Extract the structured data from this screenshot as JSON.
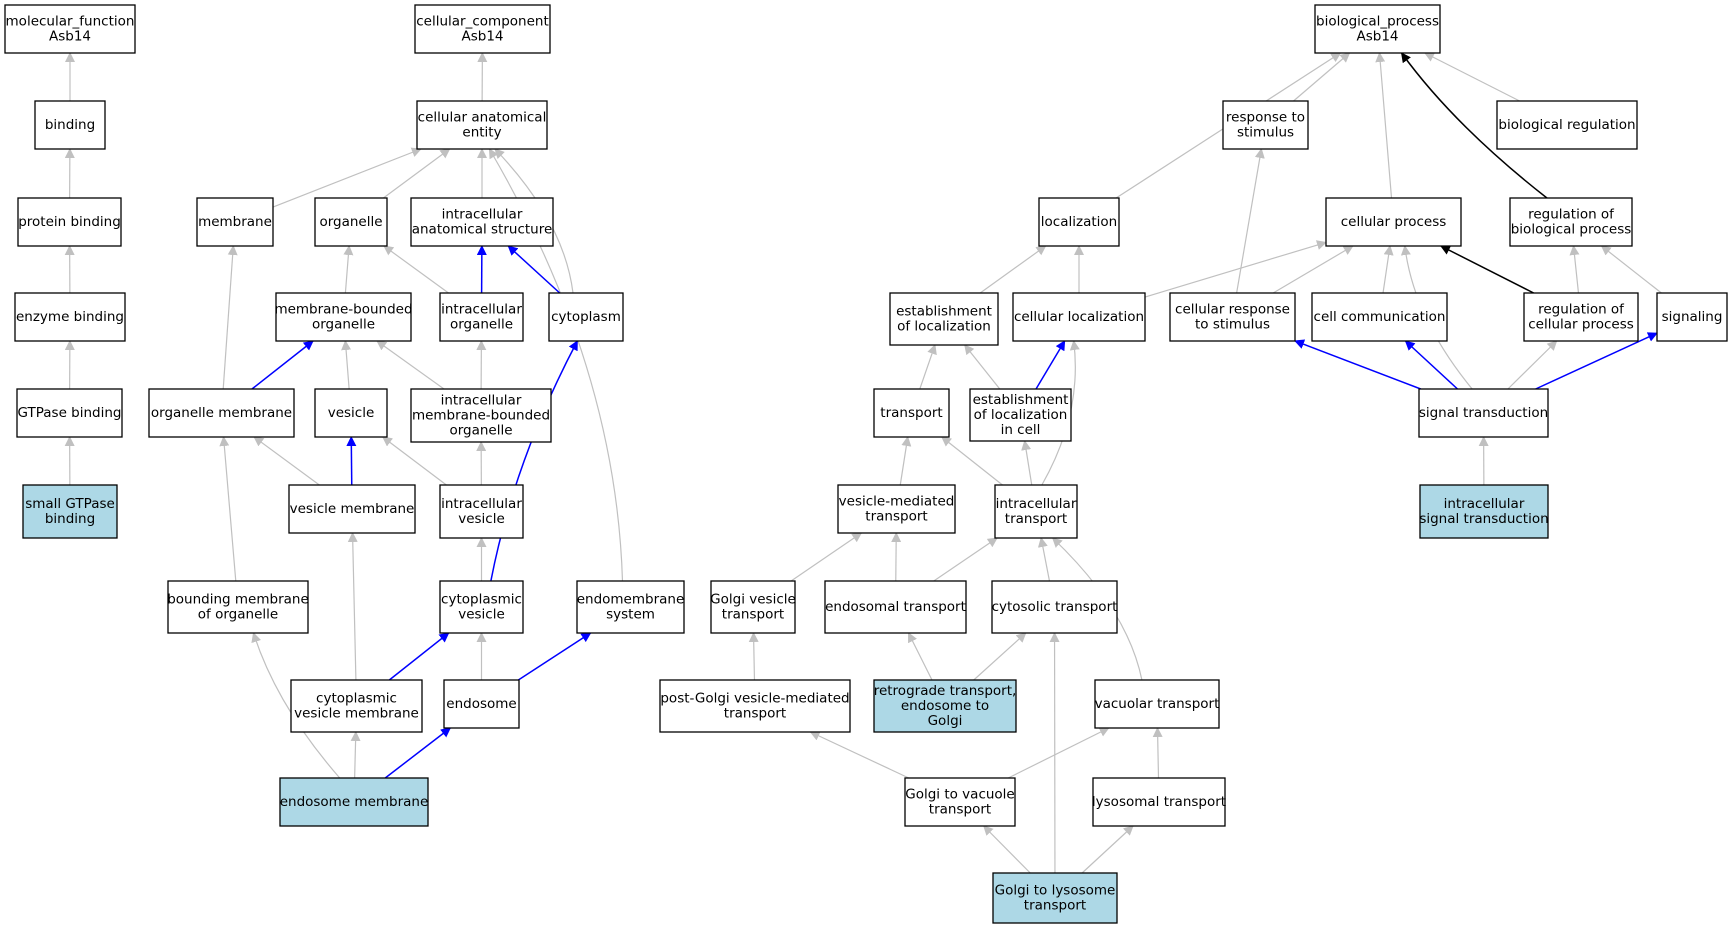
{
  "colors": {
    "highlight_fill": "#add8e6",
    "default_fill": "#ffffff",
    "edge_default": "#c0c0c0",
    "edge_blue": "#0000ff",
    "edge_black": "#000000",
    "border": "#000000"
  },
  "nodes": [
    {
      "id": "mf",
      "lines": [
        "molecular_function",
        "Asb14"
      ]
    },
    {
      "id": "binding",
      "lines": [
        "binding"
      ]
    },
    {
      "id": "protein_binding",
      "lines": [
        "protein binding"
      ]
    },
    {
      "id": "enzyme_binding",
      "lines": [
        "enzyme binding"
      ]
    },
    {
      "id": "gtpase_binding",
      "lines": [
        "GTPase binding"
      ]
    },
    {
      "id": "small_gtpase_binding",
      "lines": [
        "small GTPase",
        "binding"
      ],
      "highlight": true
    },
    {
      "id": "cc",
      "lines": [
        "cellular_component",
        "Asb14"
      ]
    },
    {
      "id": "cae",
      "lines": [
        "cellular anatomical",
        "entity"
      ]
    },
    {
      "id": "membrane",
      "lines": [
        "membrane"
      ]
    },
    {
      "id": "organelle",
      "lines": [
        "organelle"
      ]
    },
    {
      "id": "ias",
      "lines": [
        "intracellular",
        "anatomical structure"
      ]
    },
    {
      "id": "mbo",
      "lines": [
        "membrane-bounded",
        "organelle"
      ]
    },
    {
      "id": "io",
      "lines": [
        "intracellular",
        "organelle"
      ]
    },
    {
      "id": "cytoplasm",
      "lines": [
        "cytoplasm"
      ]
    },
    {
      "id": "om",
      "lines": [
        "organelle membrane"
      ]
    },
    {
      "id": "vesicle",
      "lines": [
        "vesicle"
      ]
    },
    {
      "id": "imbo",
      "lines": [
        "intracellular",
        "membrane-bounded",
        "organelle"
      ]
    },
    {
      "id": "vm",
      "lines": [
        "vesicle membrane"
      ]
    },
    {
      "id": "iv",
      "lines": [
        "intracellular",
        "vesicle"
      ]
    },
    {
      "id": "bmo",
      "lines": [
        "bounding membrane",
        "of organelle"
      ]
    },
    {
      "id": "cv",
      "lines": [
        "cytoplasmic",
        "vesicle"
      ]
    },
    {
      "id": "es",
      "lines": [
        "endomembrane",
        "system"
      ]
    },
    {
      "id": "cvm",
      "lines": [
        "cytoplasmic",
        "vesicle membrane"
      ]
    },
    {
      "id": "endosome",
      "lines": [
        "endosome"
      ]
    },
    {
      "id": "em",
      "lines": [
        "endosome membrane"
      ],
      "highlight": true
    },
    {
      "id": "bp",
      "lines": [
        "biological_process",
        "Asb14"
      ]
    },
    {
      "id": "rts",
      "lines": [
        "response to",
        "stimulus"
      ]
    },
    {
      "id": "br",
      "lines": [
        "biological regulation"
      ]
    },
    {
      "id": "loc",
      "lines": [
        "localization"
      ]
    },
    {
      "id": "cp",
      "lines": [
        "cellular process"
      ]
    },
    {
      "id": "rbp",
      "lines": [
        "regulation of",
        "biological process"
      ]
    },
    {
      "id": "eol",
      "lines": [
        "establishment",
        "of localization"
      ]
    },
    {
      "id": "cl",
      "lines": [
        "cellular localization"
      ]
    },
    {
      "id": "crs",
      "lines": [
        "cellular response",
        "to stimulus"
      ]
    },
    {
      "id": "cc2",
      "lines": [
        "cell communication"
      ]
    },
    {
      "id": "rcp",
      "lines": [
        "regulation of",
        "cellular process"
      ]
    },
    {
      "id": "sig",
      "lines": [
        "signaling"
      ]
    },
    {
      "id": "transport",
      "lines": [
        "transport"
      ]
    },
    {
      "id": "elc",
      "lines": [
        "establishment",
        "of localization",
        "in cell"
      ]
    },
    {
      "id": "st",
      "lines": [
        "signal transduction"
      ]
    },
    {
      "id": "vmt",
      "lines": [
        "vesicle-mediated",
        "transport"
      ]
    },
    {
      "id": "it",
      "lines": [
        "intracellular",
        "transport"
      ]
    },
    {
      "id": "ist",
      "lines": [
        "intracellular",
        "signal transduction"
      ],
      "highlight": true
    },
    {
      "id": "gvt",
      "lines": [
        "Golgi vesicle",
        "transport"
      ]
    },
    {
      "id": "et",
      "lines": [
        "endosomal transport"
      ]
    },
    {
      "id": "ct",
      "lines": [
        "cytosolic transport"
      ]
    },
    {
      "id": "pgvmt",
      "lines": [
        "post-Golgi vesicle-mediated",
        "transport"
      ]
    },
    {
      "id": "rteg",
      "lines": [
        "retrograde transport,",
        "endosome to",
        "Golgi"
      ],
      "highlight": true
    },
    {
      "id": "vt",
      "lines": [
        "vacuolar transport"
      ]
    },
    {
      "id": "gtv",
      "lines": [
        "Golgi to vacuole",
        "transport"
      ]
    },
    {
      "id": "lt",
      "lines": [
        "lysosomal transport"
      ]
    },
    {
      "id": "gtl",
      "lines": [
        "Golgi to lysosome",
        "transport"
      ],
      "highlight": true
    }
  ]
}
